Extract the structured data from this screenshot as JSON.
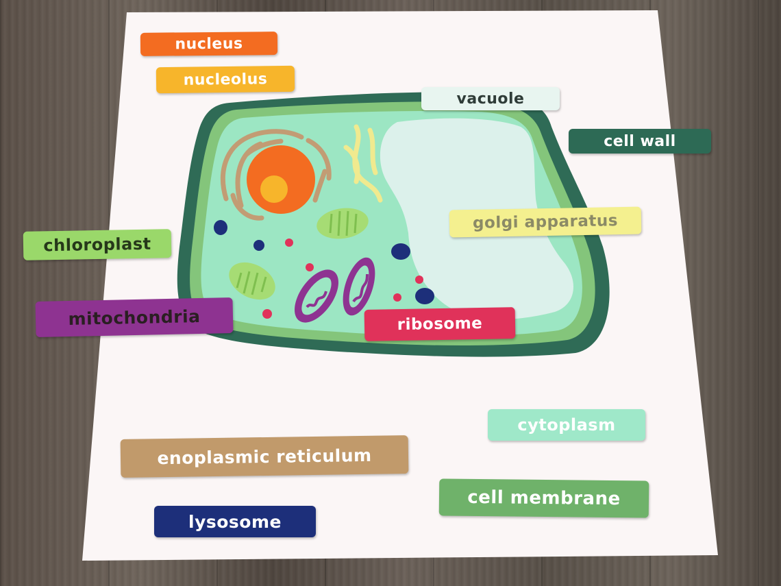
{
  "labels": {
    "nucleus": "nucleus",
    "nucleolus": "nucleolus",
    "vacuole": "vacuole",
    "cell_wall": "cell wall",
    "chloroplast": "chloroplast",
    "golgi_apparatus": "golgi apparatus",
    "mitochondria": "mitochondria",
    "ribosome": "ribosome",
    "cytoplasm": "cytoplasm",
    "endoplasmic_reticulum": "enoplasmic reticulum",
    "cell_membrane": "cell membrane",
    "lysosome": "lysosome"
  },
  "colors": {
    "nucleus": "#f36c21",
    "nucleolus": "#f7b52b",
    "vacuole": "#e8f5f0",
    "cell_wall": "#2d6a55",
    "chloroplast": "#9ad86a",
    "golgi_apparatus": "#f4f08f",
    "mitochondria": "#8e3391",
    "ribosome": "#e0325a",
    "cytoplasm": "#9fe8c9",
    "endoplasmic_reticulum": "#c19a6b",
    "cell_membrane": "#6fb26a",
    "lysosome": "#1d2f7a"
  }
}
